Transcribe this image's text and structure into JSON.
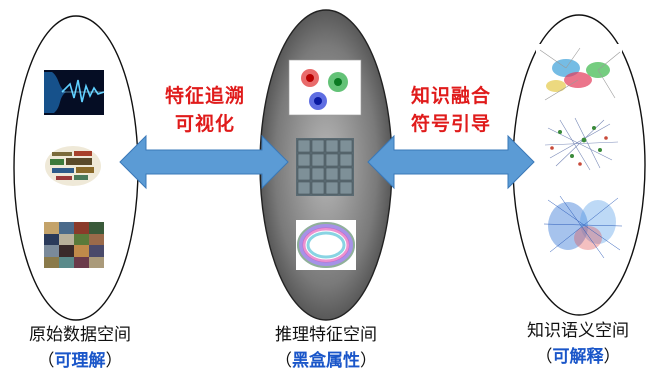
{
  "arrows": {
    "left": {
      "line1": "特征追溯",
      "line2": "可视化",
      "color": "#e01b1b"
    },
    "right": {
      "line1": "知识融合",
      "line2": "符号引导",
      "color": "#e01b1b"
    }
  },
  "spaces": {
    "left": {
      "title": "原始数据空间",
      "open": "（",
      "property": "可理解",
      "close": "）"
    },
    "middle": {
      "title": "推理特征空间",
      "open": "（",
      "property": "黑盒属性",
      "close": "）"
    },
    "right": {
      "title": "知识语义空间",
      "open": "（",
      "property": "可解释",
      "close": "）"
    }
  },
  "colors": {
    "arrow": "#5b9bd5",
    "arrow_dark": "#3a78b8",
    "middle_fill": "#6e6e6e",
    "property_text": "#1a56c9"
  },
  "icons": {
    "left": [
      "sound-wave-thumbnail",
      "word-cloud-thumbnail",
      "image-collage-thumbnail"
    ],
    "middle": [
      "scatter-cluster-thumbnail",
      "feature-map-grid-thumbnail",
      "point-cloud-thumbnail"
    ],
    "right": [
      "knowledge-graph-thumbnail",
      "network-graph-thumbnail",
      "dense-graph-thumbnail"
    ]
  }
}
